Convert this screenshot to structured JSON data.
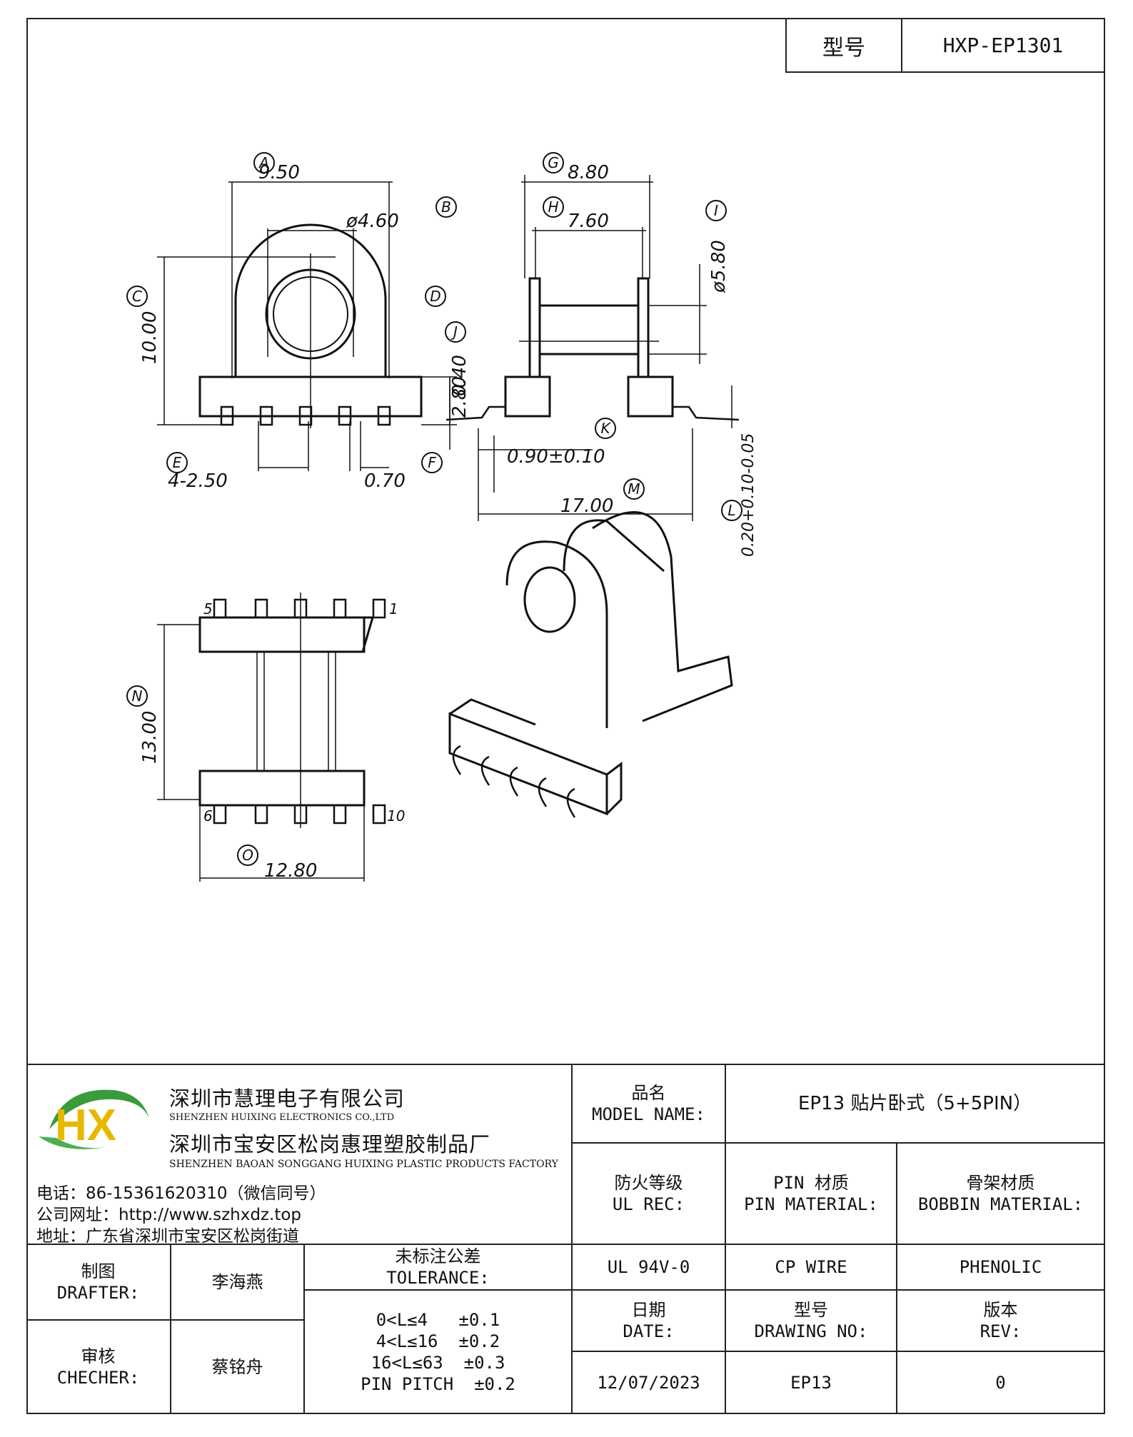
{
  "header": {
    "model_label": "型号",
    "model_value": "HXP-EP1301"
  },
  "drawing": {
    "front_view": {
      "dims": [
        "9.50",
        "ø4.60",
        "10.00",
        "2.80",
        "4-2.50",
        "0.70"
      ],
      "balloons": [
        "A",
        "B",
        "C",
        "D",
        "E",
        "F"
      ]
    },
    "side_view": {
      "dims": [
        "8.80",
        "7.60",
        "ø5.80",
        "0.40",
        "0.90±0.10",
        "17.00",
        "0.20+0.10-0.05"
      ],
      "balloons": [
        "G",
        "H",
        "I",
        "J",
        "K",
        "M",
        "L"
      ]
    },
    "bottom_view": {
      "dims": [
        "13.00",
        "12.80"
      ],
      "balloons": [
        "N",
        "O"
      ],
      "pin_labels": [
        "5",
        "1",
        "6",
        "10"
      ]
    }
  },
  "company": {
    "name_cn": "深圳市慧理电子有限公司",
    "name_en": "SHENZHEN HUIXING ELECTRONICS CO.,LTD",
    "factory_cn": "深圳市宝安区松岗惠理塑胶制品厂",
    "factory_en": "SHENZHEN BAOAN SONGGANG HUIXING PLASTIC PRODUCTS FACTORY",
    "phone": "电话：86-15361620310（微信同号）",
    "website": "公司网址：http://www.szhxdz.top",
    "address": "地址：广东省深圳市宝安区松岗街道",
    "logo_letters": "HX"
  },
  "title_block": {
    "model_name_label_cn": "品名",
    "model_name_label_en": "MODEL NAME:",
    "model_name_value": "EP13 贴片卧式（5+5PIN）",
    "fire_label_cn": "防火等级",
    "fire_label_en": "UL REC:",
    "pin_mat_label_cn": "PIN 材质",
    "pin_mat_label_en": "PIN MATERIAL:",
    "bobbin_label_cn": "骨架材质",
    "bobbin_label_en": "BOBBIN MATERIAL:",
    "fire_value": "UL 94V-0",
    "pin_value": "CP WIRE",
    "bobbin_value": "PHENOLIC",
    "drafter_label_cn": "制图",
    "drafter_label_en": "DRAFTER:",
    "drafter_value": "李海燕",
    "checker_label_cn": "审核",
    "checker_label_en": "CHECHER:",
    "checker_value": "蔡铭舟",
    "tolerance_label_cn": "未标注公差",
    "tolerance_label_en": "TOLERANCE:",
    "tolerances": [
      "0<L≤4   ±0.1",
      "4<L≤16  ±0.2",
      "16<L≤63  ±0.3",
      "PIN PITCH  ±0.2"
    ],
    "date_label_cn": "日期",
    "date_label_en": "DATE:",
    "drawing_no_label_cn": "型号",
    "drawing_no_label_en": "DRAWING NO:",
    "rev_label_cn": "版本",
    "rev_label_en": "REV:",
    "date_value": "12/07/2023",
    "drawing_no_value": "EP13",
    "rev_value": "0"
  }
}
